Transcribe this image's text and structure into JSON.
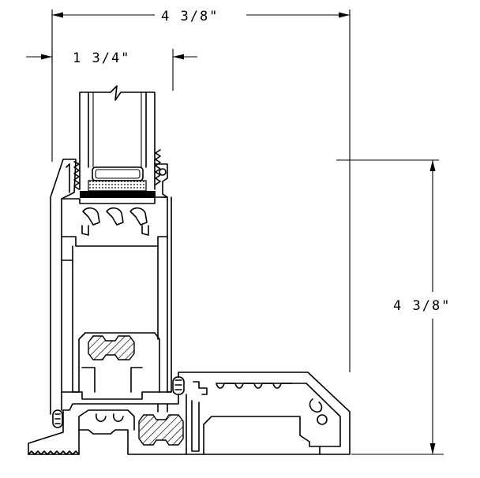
{
  "dimensions": {
    "overall_width": "4  3/8\"",
    "glass_pocket_width": "1  3/4\"",
    "overall_height": "4  3/8\""
  }
}
